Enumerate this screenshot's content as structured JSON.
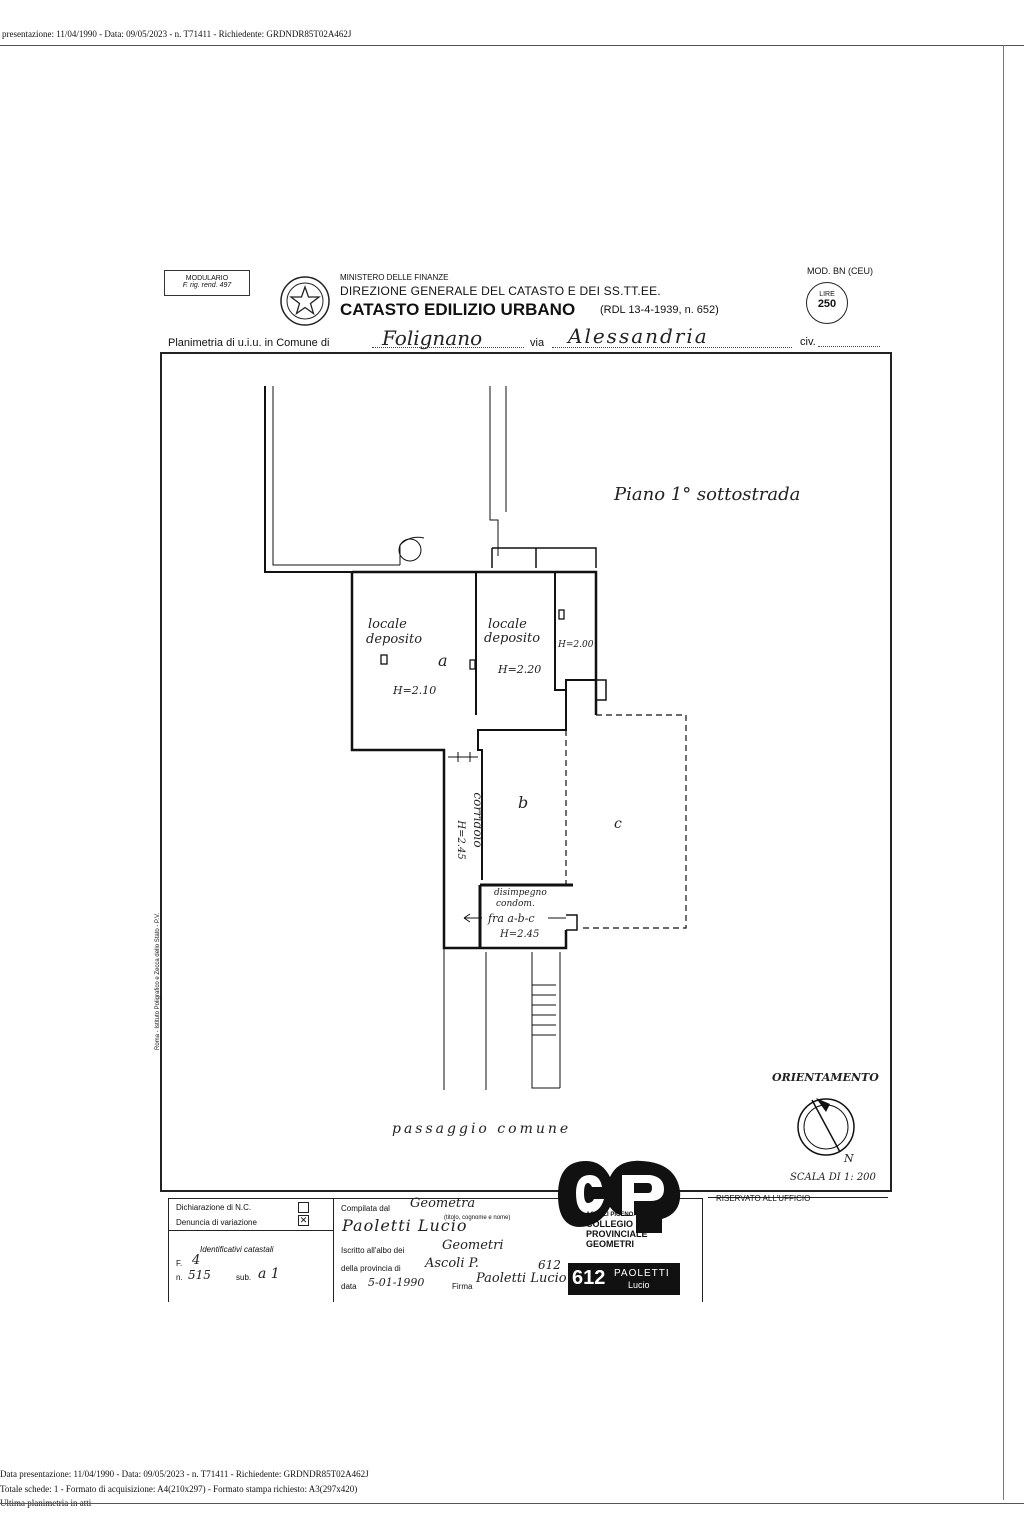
{
  "top_stamp": "presentazione: 11/04/1990 - Data: 09/05/2023 - n. T71411 - Richiedente: GRDNDR85T02A462J",
  "header": {
    "modulario_line1": "MODULARIO",
    "modulario_line2": "F. rig. rend. 497",
    "ministry": "MINISTERO DELLE FINANZE",
    "direction": "DIREZIONE GENERALE DEL CATASTO E DEI SS.TT.EE.",
    "office": "CATASTO EDILIZIO URBANO",
    "law": "(RDL 13-4-1939, n. 652)",
    "model": "MOD. BN (CEU)",
    "price_label": "LIRE",
    "price_value": "250"
  },
  "plan_line": {
    "prefix": "Planimetria di u.i.u. in Comune di",
    "comune": "Folignano",
    "via_label": "via",
    "via_value": "Alessandria",
    "civ_label": "civ."
  },
  "floor_plan": {
    "floor_title": "Piano 1° sottostrada",
    "room_a_label1": "locale",
    "room_a_label2": "deposito",
    "room_a_letter": "a",
    "room_a_height": "H=2.10",
    "room_2_label1": "locale",
    "room_2_label2": "deposito",
    "room_2_height": "H=2.20",
    "small_room_height": "H=2.00",
    "room_b_letter": "b",
    "room_c_letter": "c",
    "corridor_label": "corridoio",
    "corridor_height": "H=2.45",
    "disimpegno_line1": "disimpegno",
    "disimpegno_line2": "condom.",
    "disimpegno_line3": "fra a-b-c",
    "disimpegno_height": "H=2.45",
    "passage_label": "passaggio comune",
    "orientation_label": "ORIENTAMENTO",
    "north_label": "N",
    "scale_label": "SCALA DI 1: 200",
    "publisher": "Roma - Istituto Poligrafico e Zecca dello Stato - P.V."
  },
  "footer": {
    "dich_nc": "Dichiarazione di N.C.",
    "denuncia_var": "Denuncia di variazione",
    "ident_title": "Identificativi catastali",
    "foglio_label": "F.",
    "foglio_value": "4",
    "numero_label": "n.",
    "numero_value": "515",
    "sub_label": "sub.",
    "sub_value": "a 1",
    "compilata_label": "Compilata dal",
    "compilata_value": "Geometra",
    "titolo_hint": "(titolo, cognome e nome)",
    "compiler_name": "Paoletti Lucio",
    "albo_label": "Iscritto all'albo dei",
    "albo_value": "Geometri",
    "provincia_label": "della provincia di",
    "provincia_value": "Ascoli P.",
    "albo_number": "612",
    "data_label": "data",
    "data_value": "5-01-1990",
    "firma_label": "Firma",
    "firma_value": "Paoletti Lucio",
    "riservato": "RISERVATO ALL'UFFICIO",
    "stamp_line1": "ASCOLI PICENO",
    "stamp_line2": "COLLEGIO",
    "stamp_line3": "PROVINCIALE",
    "stamp_line4": "GEOMETRI",
    "stamp_number": "612",
    "stamp_surname": "PAOLETTI",
    "stamp_name": "Lucio"
  },
  "bottom_stamp": {
    "line1": "Data presentazione: 11/04/1990 - Data: 09/05/2023 - n. T71411 - Richiedente: GRDNDR85T02A462J",
    "line2": "Totale schede: 1 - Formato di acquisizione: A4(210x297) - Formato stampa richiesto: A3(297x420)",
    "line3": "Ultima planimetria in atti"
  }
}
